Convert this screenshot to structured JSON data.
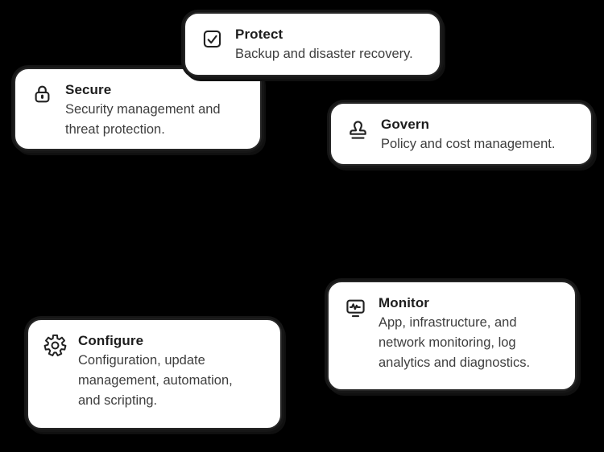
{
  "canvas": {
    "background_color": "#000000",
    "card_background_color": "#ffffff",
    "card_outline_color": "#262626",
    "title_color": "#1d1d1d",
    "description_color": "#3e3e3e"
  },
  "cards": [
    {
      "id": "protect",
      "icon": "checkmark-box-icon",
      "title": "Protect",
      "description": "Backup and disaster recovery."
    },
    {
      "id": "secure",
      "icon": "lock-icon",
      "title": "Secure",
      "description": "Security management and threat protection."
    },
    {
      "id": "govern",
      "icon": "stamp-icon",
      "title": "Govern",
      "description": "Policy and cost management."
    },
    {
      "id": "monitor",
      "icon": "monitor-pulse-icon",
      "title": "Monitor",
      "description": "App, infrastructure, and network monitoring, log analytics and diagnostics."
    },
    {
      "id": "configure",
      "icon": "gear-icon",
      "title": "Configure",
      "description": "Configuration, update management, automation, and scripting."
    }
  ]
}
